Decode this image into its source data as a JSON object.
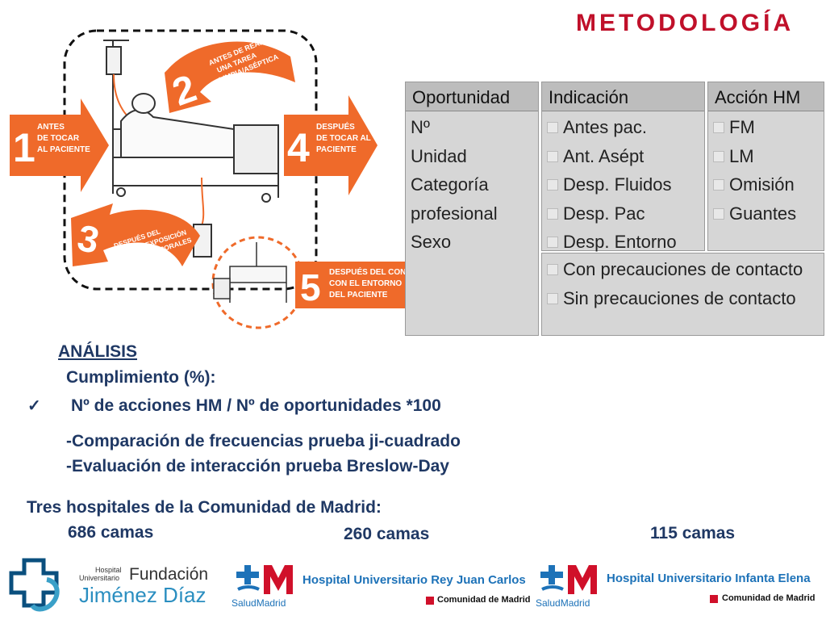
{
  "title": "METODOLOGÍA",
  "moments": [
    {
      "number": "1",
      "text_lines": [
        "ANTES",
        "DE TOCAR",
        "AL PACIENTE"
      ]
    },
    {
      "number": "2",
      "text_lines": [
        "ANTES DE REALIZAR",
        "UNA TAREA",
        "LIMPIA/ASÉPTICA"
      ]
    },
    {
      "number": "3",
      "text_lines": [
        "DESPUÉS DEL",
        "RIESGO DE EXPOSICIÓN",
        "A LÍQUIDOS CORPORALES"
      ]
    },
    {
      "number": "4",
      "text_lines": [
        "DESPUÉS",
        "DE TOCAR AL",
        "PACIENTE"
      ]
    },
    {
      "number": "5",
      "text_lines": [
        "DESPUÉS DEL CON",
        "CON EL ENTORNO",
        "DEL PACIENTE"
      ]
    }
  ],
  "table": {
    "oportunidad": {
      "header": "Oportunidad",
      "items": [
        "Nº",
        "Unidad",
        "Categoría",
        "profesional",
        "Sexo"
      ]
    },
    "indicacion": {
      "header": "Indicación",
      "items": [
        "Antes pac.",
        "Ant. Asépt",
        "Desp. Fluidos",
        "Desp. Pac",
        "Desp. Entorno"
      ]
    },
    "accion": {
      "header": "Acción HM",
      "items": [
        "FM",
        "LM",
        "Omisión",
        "Guantes"
      ]
    },
    "precauciones": [
      "Con precauciones de contacto",
      "Sin precauciones de contacto"
    ]
  },
  "analysis": {
    "heading": "ANÁLISIS",
    "cumplimiento": "Cumplimiento (%):",
    "check_mark": "✓",
    "formula": "Nº de acciones HM / Nº de oportunidades *100",
    "line1": "-Comparación de frecuencias prueba ji-cuadrado",
    "line2": "-Evaluación de interacción prueba Breslow-Day"
  },
  "hospitals": {
    "heading": "Tres hospitales  de la Comunidad de Madrid:",
    "beds": [
      "686 camas",
      "260 camas",
      "115 camas"
    ]
  },
  "logos": {
    "fjd_hospital": "Hospital",
    "fjd_universitario": "Universitario",
    "fjd_fundacion": "Fundación",
    "fjd_name": "Jiménez Díaz",
    "salud_madrid": "SaludMadrid",
    "rey_juan_carlos": "Hospital Universitario Rey Juan Carlos",
    "infanta_elena": "Hospital Universitario Infanta Elena",
    "comunidad": "Comunidad de Madrid"
  },
  "colors": {
    "accent_red": "#c0102a",
    "orange": "#ef6a2a",
    "navy": "#1f3864",
    "table_grey": "#d6d6d6"
  }
}
